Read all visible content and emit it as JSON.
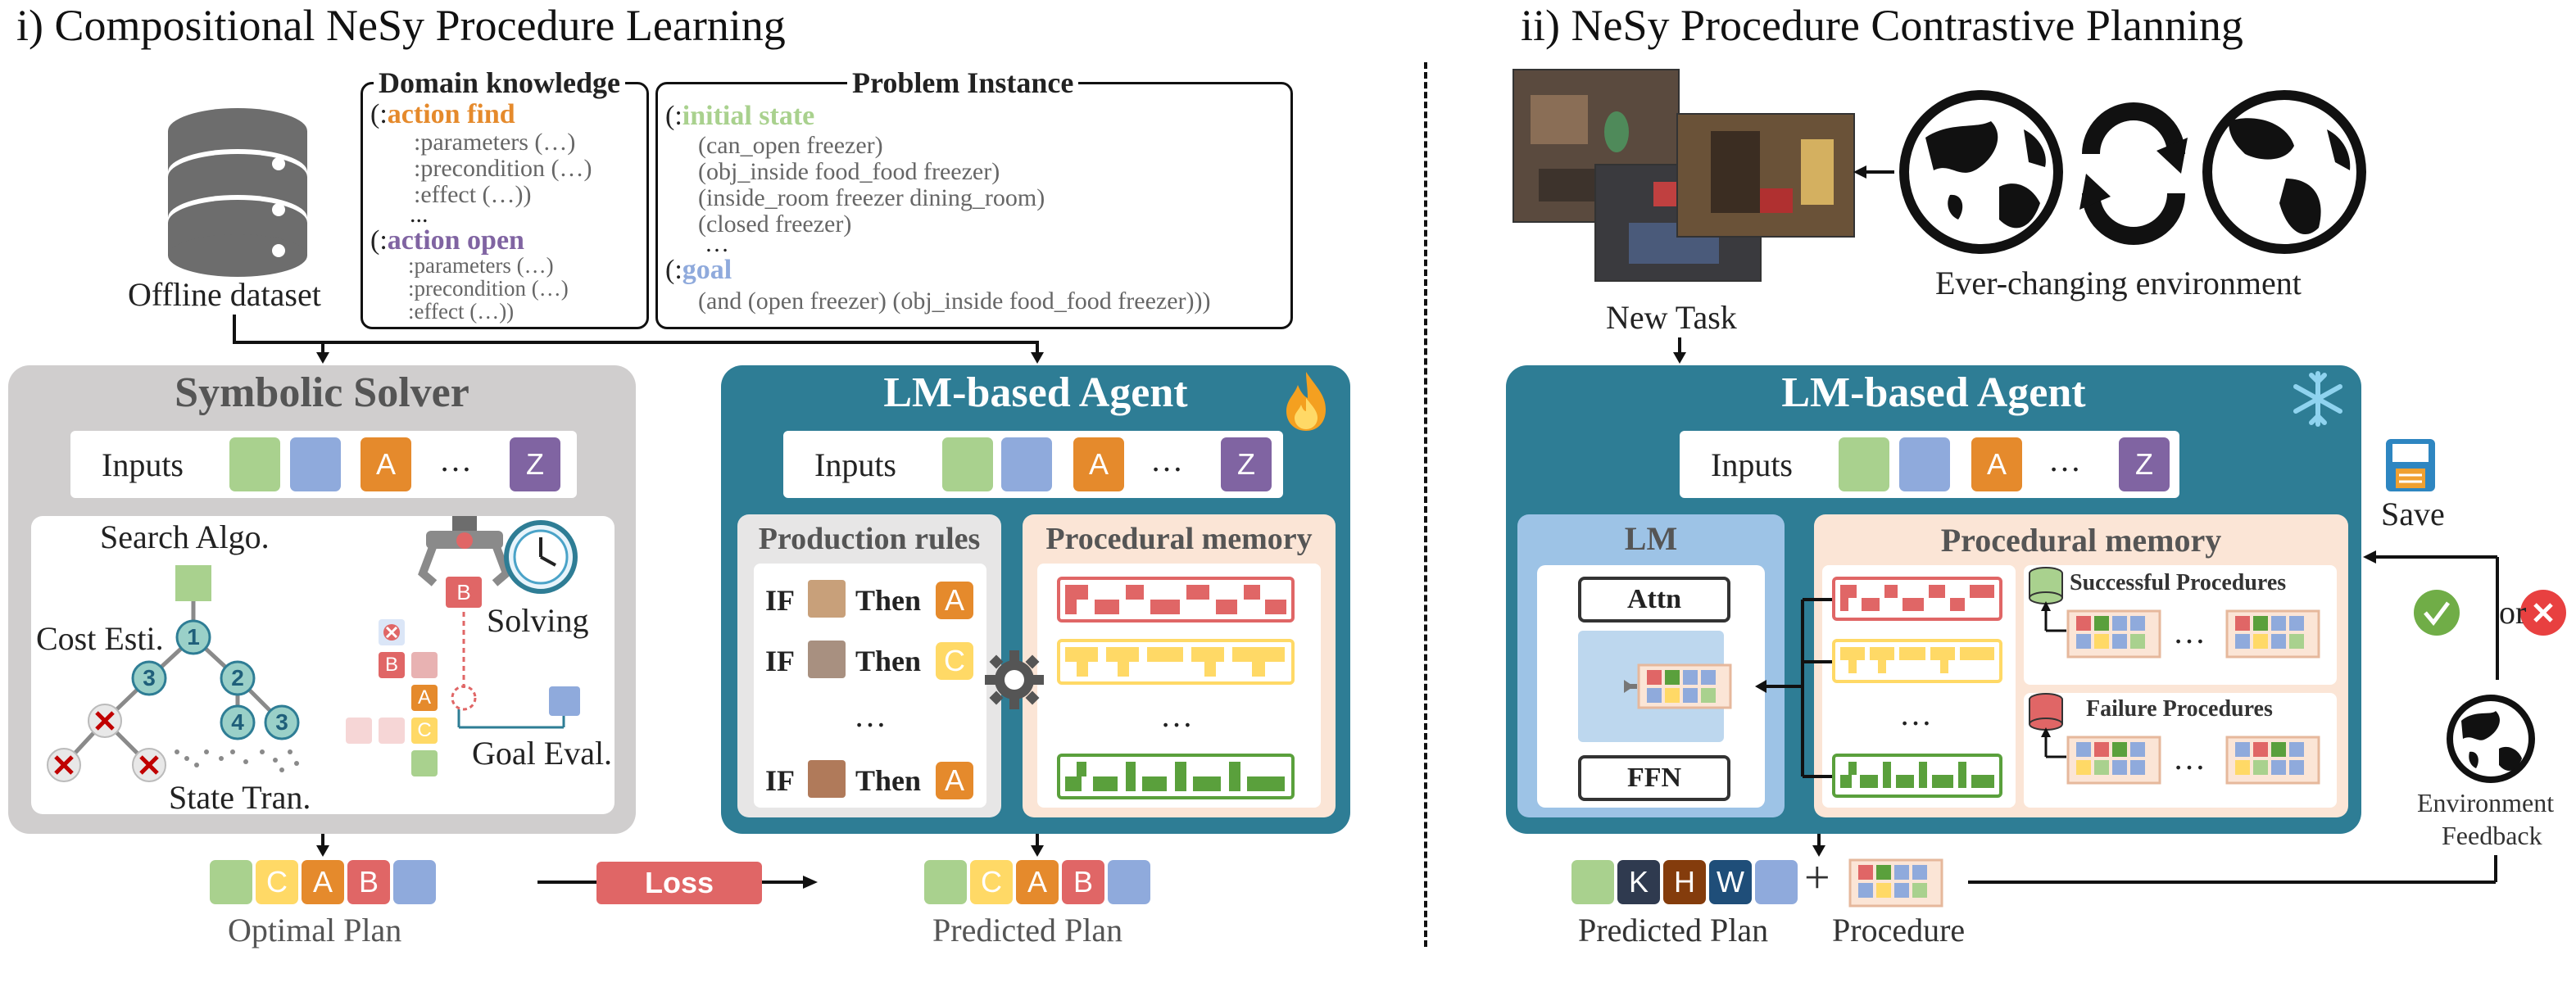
{
  "left": {
    "title": "i) Compositional NeSy Procedure Learning",
    "offline_dataset": "Offline dataset",
    "domain_knowledge": {
      "header": "Domain knowledge",
      "open1": "(:",
      "action_find": "action find",
      "find_params": ":parameters (…)",
      "find_pre": ":precondition (…)",
      "find_eff": ":effect (…))",
      "ellipsis": "...",
      "open2": "(:",
      "action_open": "action open",
      "open_params": ":parameters (…)",
      "open_pre": ":precondition (…)",
      "open_eff": ":effect (…))"
    },
    "problem_instance": {
      "header": "Problem Instance",
      "open1": "(:",
      "initial_state": "initial state",
      "line1": "(can_open freezer)",
      "line2": "(obj_inside food_food freezer)",
      "line3": "(inside_room freezer dining_room)",
      "line4": "(closed freezer)",
      "ellipsis": "…",
      "open2": "(:",
      "goal": "goal",
      "goal_line": "(and (open freezer) (obj_inside food_food freezer)))"
    },
    "symbolic_solver": {
      "title": "Symbolic Solver",
      "inputs": "Inputs",
      "search_algo": "Search Algo.",
      "cost_esti": "Cost Esti.",
      "solving": "Solving",
      "goal_eval": "Goal Eval.",
      "state_tran": "State Tran.",
      "node_labels": [
        "1",
        "3",
        "2",
        "4",
        "3"
      ]
    },
    "lm_agent": {
      "title": "LM-based Agent",
      "inputs": "Inputs",
      "production_rules": "Production rules",
      "procedural_memory": "Procedural memory",
      "if": "IF",
      "then": "Then",
      "rule_tokens": [
        "A",
        "C",
        "A"
      ],
      "dots": "…",
      "fire_icon": "fire-icon"
    },
    "optimal_plan": "Optimal Plan",
    "loss": "Loss",
    "predicted_plan": "Predicted Plan"
  },
  "right": {
    "title": "ii) NeSy Procedure Contrastive Planning",
    "new_task": "New Task",
    "ever_changing": "Ever-changing environment",
    "lm_agent": {
      "title": "LM-based Agent",
      "inputs": "Inputs",
      "lm": "LM",
      "attn": "Attn",
      "ffn": "FFN",
      "procedural_memory": "Procedural memory",
      "successful": "Successful Procedures",
      "failure": "Failure Procedures",
      "dots": "…",
      "snowflake_icon": "snowflake-icon"
    },
    "save": "Save",
    "or": "or",
    "env_feedback_1": "Environment",
    "env_feedback_2": "Feedback",
    "predicted_plan": "Predicted Plan",
    "plus": "+",
    "procedure": "Procedure"
  },
  "tokens": {
    "A": "A",
    "B": "B",
    "C": "C",
    "Z": "Z",
    "K": "K",
    "H": "H",
    "W": "W",
    "dots": "…"
  },
  "colors": {
    "green": "#a9d18e",
    "blue": "#8faadc",
    "orange": "#e58a2c",
    "purple": "#8064a2",
    "yellow": "#ffd966",
    "red": "#e06666",
    "teal": "#2e7d95",
    "gray_panel": "#d9d9d9",
    "peach": "#fbe5d6",
    "navy": "#2f3a4f",
    "brown": "#843c0c"
  }
}
